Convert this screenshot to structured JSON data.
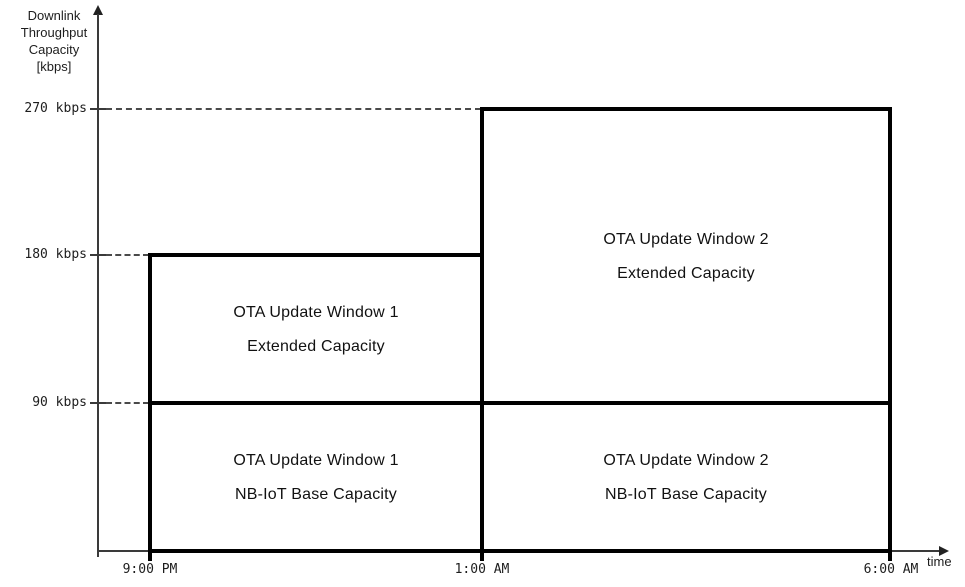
{
  "chart_data": {
    "type": "area",
    "title": "",
    "xlabel": "time",
    "ylabel": "Downlink Throughput Capacity [kbps]",
    "ylabel_lines": [
      "Downlink",
      "Throughput",
      "Capacity",
      "[kbps]"
    ],
    "x_ticks": [
      "9:00 PM",
      "1:00 AM",
      "6:00 AM"
    ],
    "y_ticks": [
      "90 kbps",
      "180 kbps",
      "270 kbps"
    ],
    "y_tick_values_kbps": [
      90,
      180,
      270
    ],
    "ylim_kbps": [
      0,
      300
    ],
    "grid": "off",
    "legend": "none",
    "series": [
      {
        "name": "NB-IoT Base Capacity",
        "segments": [
          {
            "from": "9:00 PM",
            "to": "1:00 AM",
            "capacity_kbps": 90
          },
          {
            "from": "1:00 AM",
            "to": "6:00 AM",
            "capacity_kbps": 90
          }
        ]
      },
      {
        "name": "Extended Capacity ceiling",
        "segments": [
          {
            "from": "9:00 PM",
            "to": "1:00 AM",
            "capacity_kbps": 180
          },
          {
            "from": "1:00 AM",
            "to": "6:00 AM",
            "capacity_kbps": 270
          }
        ]
      }
    ],
    "regions": [
      {
        "name": "window1-extended",
        "line1": "OTA Update Window 1",
        "line2": "Extended Capacity",
        "time_start": "9:00 PM",
        "time_end": "1:00 AM",
        "kbps_from": 90,
        "kbps_to": 180
      },
      {
        "name": "window2-extended",
        "line1": "OTA Update Window 2",
        "line2": "Extended Capacity",
        "time_start": "1:00 AM",
        "time_end": "6:00 AM",
        "kbps_from": 90,
        "kbps_to": 270
      },
      {
        "name": "window1-base",
        "line1": "OTA Update Window 1",
        "line2": "NB-IoT Base Capacity",
        "time_start": "9:00 PM",
        "time_end": "1:00 AM",
        "kbps_from": 0,
        "kbps_to": 90
      },
      {
        "name": "window2-base",
        "line1": "OTA Update Window 2",
        "line2": "NB-IoT Base Capacity",
        "time_start": "1:00 AM",
        "time_end": "6:00 AM",
        "kbps_from": 0,
        "kbps_to": 90
      }
    ]
  },
  "colors": {
    "box_border": "#000000",
    "axis_line": "#3a3a3a",
    "dashed_guide": "#4a4a4a",
    "text": "#1a1a1a",
    "background": "#ffffff"
  }
}
